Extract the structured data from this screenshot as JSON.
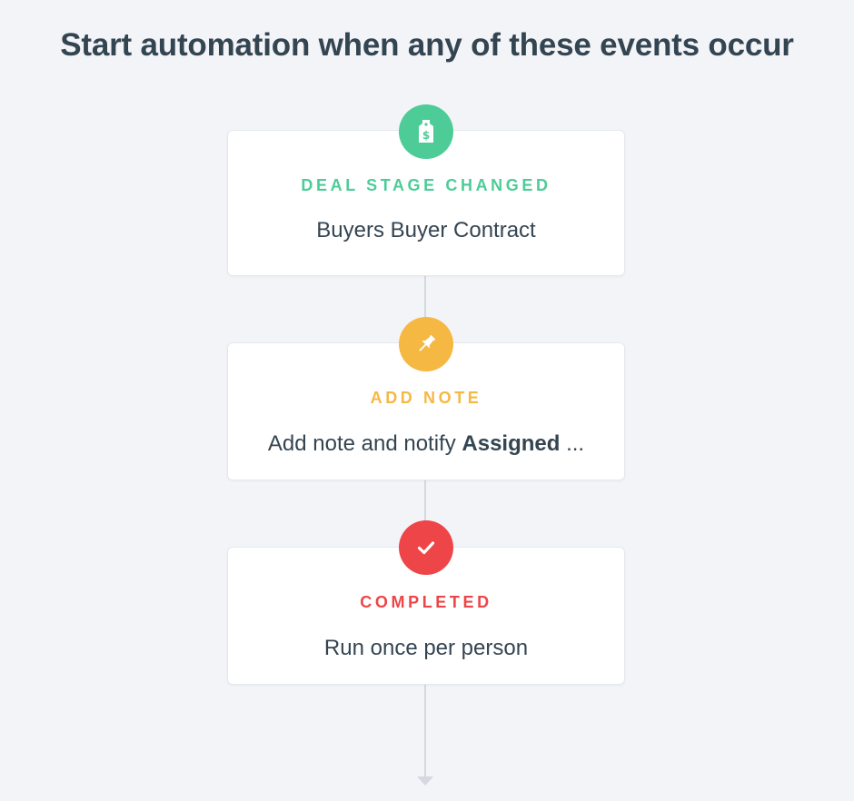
{
  "page_title": "Start automation when any of these events occur",
  "colors": {
    "background": "#f3f4f8",
    "title_text": "#344552",
    "connector": "#d3d9df",
    "deal_stage_green": "#4dcc98",
    "add_note_yellow": "#f5b842",
    "completed_red": "#ee4548"
  },
  "steps": [
    {
      "icon": "dollar-tag-icon",
      "label": "DEAL STAGE CHANGED",
      "description": "Buyers Buyer Contract",
      "color": "#4dcc98"
    },
    {
      "icon": "pushpin-icon",
      "label": "ADD NOTE",
      "description_prefix": "Add note and notify ",
      "description_bold": "Assigned",
      "description_suffix": " ...",
      "color": "#f5b842"
    },
    {
      "icon": "checkmark-icon",
      "label": "COMPLETED",
      "description": "Run once per person",
      "color": "#ee4548"
    }
  ],
  "flow_end_icon": "arrow-down-icon"
}
